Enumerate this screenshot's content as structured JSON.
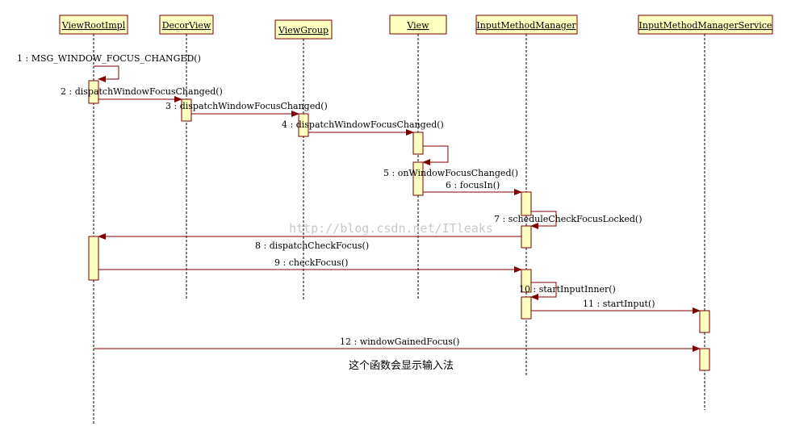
{
  "lifelines": [
    {
      "id": "vri",
      "name": "ViewRootImpl"
    },
    {
      "id": "dv",
      "name": "DecorView"
    },
    {
      "id": "vg",
      "name": "ViewGroup"
    },
    {
      "id": "v",
      "name": "View"
    },
    {
      "id": "imm",
      "name": "InputMethodManager"
    },
    {
      "id": "imms",
      "name": "InputMethodManagerService"
    }
  ],
  "messages": [
    {
      "n": "1",
      "label": "1 : MSG_WINDOW_FOCUS_CHANGED()",
      "from": "vri",
      "to": "vri"
    },
    {
      "n": "2",
      "label": "2 : dispatchWindowFocusChanged()",
      "from": "vri",
      "to": "dv"
    },
    {
      "n": "3",
      "label": "3 : dispatchWindowFocusChanged()",
      "from": "dv",
      "to": "vg"
    },
    {
      "n": "4",
      "label": "4 : dispatchWindowFocusChanged()",
      "from": "vg",
      "to": "v"
    },
    {
      "n": "5",
      "label": "5 : onWindowFocusChanged()",
      "from": "v",
      "to": "v"
    },
    {
      "n": "6",
      "label": "6 : focusIn()",
      "from": "v",
      "to": "imm"
    },
    {
      "n": "7",
      "label": "7 : scheduleCheckFocusLocked()",
      "from": "imm",
      "to": "imm"
    },
    {
      "n": "8",
      "label": "8 : dispatchCheckFocus()",
      "from": "imm",
      "to": "vri"
    },
    {
      "n": "9",
      "label": "9 : checkFocus()",
      "from": "vri",
      "to": "imm"
    },
    {
      "n": "10",
      "label": "10 : startInputInner()",
      "from": "imm",
      "to": "imm"
    },
    {
      "n": "11",
      "label": "11 : startInput()",
      "from": "imm",
      "to": "imms"
    },
    {
      "n": "12",
      "label": "12 : windowGainedFocus()",
      "from": "vri",
      "to": "imms"
    }
  ],
  "note": "这个函数会显示输入法",
  "watermark": "http://blog.csdn.net/ITleaks",
  "colors": {
    "box_fill": "#ffffc0",
    "box_stroke": "#7a0000",
    "arrow": "#800000",
    "lifeline": "#000000"
  }
}
